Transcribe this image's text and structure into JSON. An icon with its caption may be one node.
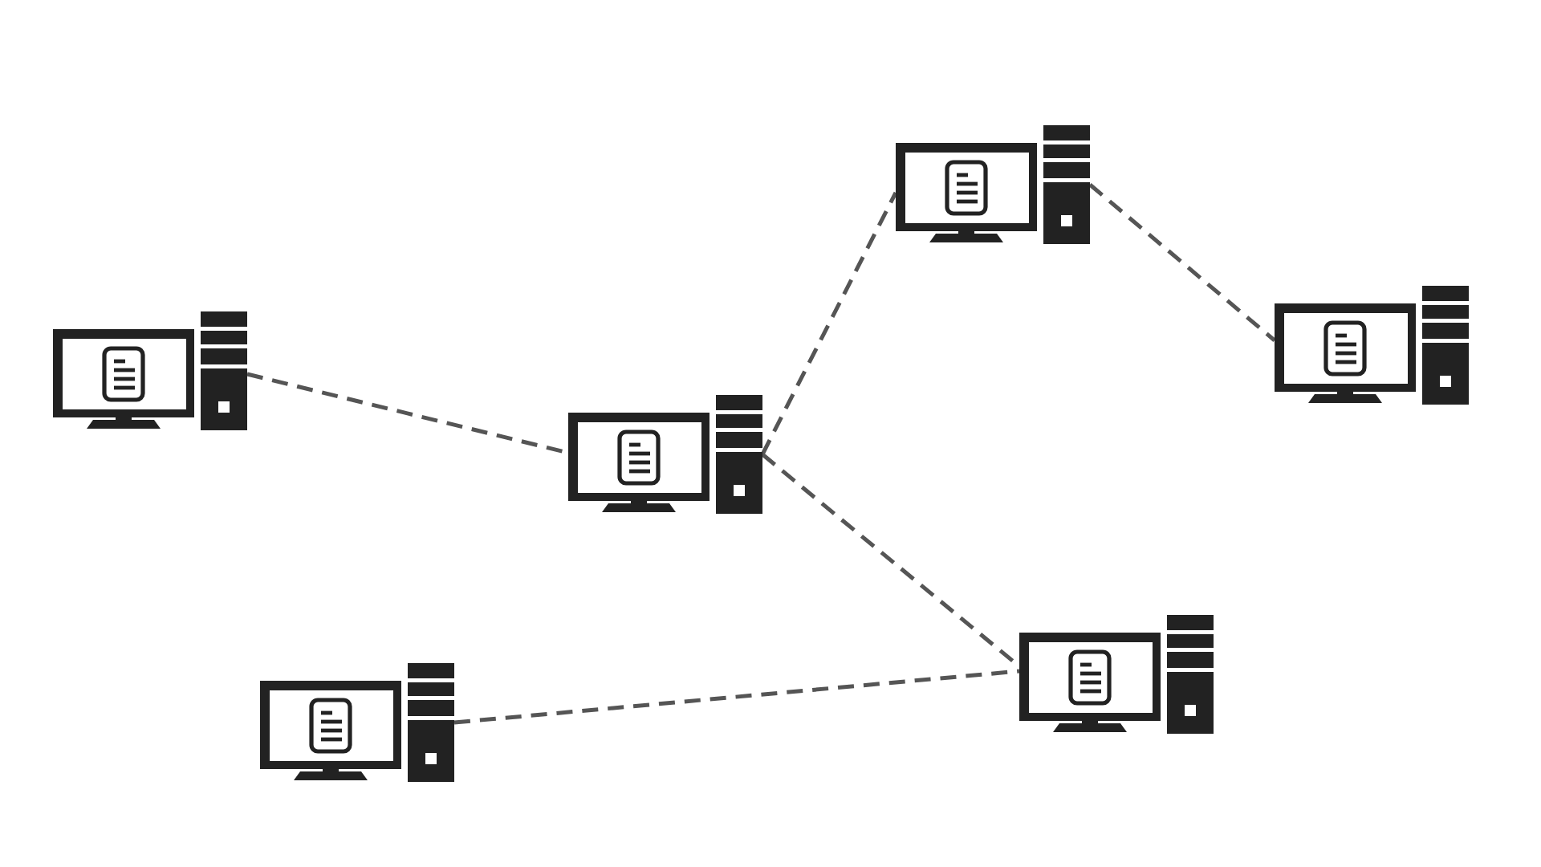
{
  "diagram": {
    "nodes": [
      {
        "text": [],
        "shape": "computer"
      },
      {
        "text": [],
        "shape": "computer"
      },
      {
        "text": [],
        "shape": "computer"
      },
      {
        "text": [],
        "shape": "computer"
      },
      {
        "text": [],
        "shape": "computer"
      },
      {
        "text": [],
        "shape": "computer"
      }
    ],
    "edges": [
      {
        "from": 0,
        "to": 1,
        "arrow": "none",
        "style": "dashed"
      },
      {
        "from": 2,
        "to": 3,
        "arrow": "none",
        "style": "dashed"
      },
      {
        "from": 3,
        "to": 0,
        "arrow": "none",
        "style": "dashed"
      },
      {
        "from": 3,
        "to": 4,
        "arrow": "none",
        "style": "dashed"
      },
      {
        "from": 5,
        "to": 4,
        "arrow": "none",
        "style": "dashed"
      }
    ]
  }
}
